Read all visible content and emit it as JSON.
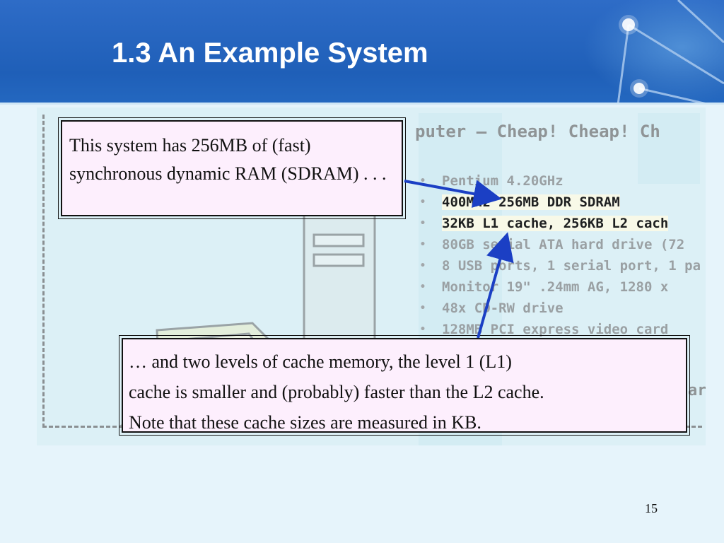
{
  "slide": {
    "title": "1.3 An Example System",
    "page_number": "15"
  },
  "screenshot": {
    "heading": "puter – Cheap!  Cheap!  Ch",
    "specs": [
      "Pentium 4.20GHz",
      "400MHz 256MB DDR SDRAM",
      "32KB L1 cache, 256KB L2 cach",
      "80GB serial ATA hard drive (72",
      "8 USB ports, 1 serial port, 1 pa",
      "Monitor 19\" .24mm AG, 1280 x",
      "48x CD-RW drive",
      "128MB PCI express video card"
    ],
    "bullet_char": "•",
    "cut_text": "ar"
  },
  "callouts": {
    "sdram": "This system has 256MB of (fast) synchronous dynamic RAM (SDRAM) . . .",
    "cache_line_1": "… and two levels of cache memory, the level 1 (L1)",
    "cache_line_2": "cache is smaller and (probably) faster than the L2 cache.",
    "cache_line_3": "Note that these cache sizes are measured in KB."
  },
  "colors": {
    "header_blue": "#1f5fb8",
    "background": "#e6f4fb",
    "callout_fill": "#fdeffd",
    "arrow_blue": "#1b3fc4"
  }
}
